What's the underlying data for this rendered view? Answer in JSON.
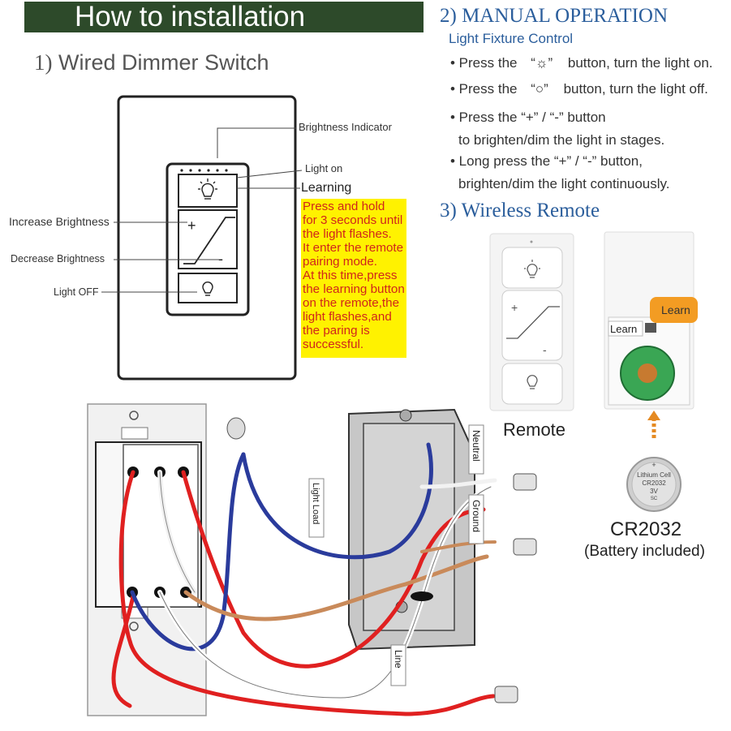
{
  "banner": {
    "title": "How to installation"
  },
  "section1": {
    "number": "1)",
    "title": "Wired Dimmer Switch"
  },
  "section2": {
    "title": "2) MANUAL OPERATION",
    "subtitle": "Light Fixture Control",
    "bullets": [
      {
        "pre": "• Press the",
        "sym": "“☼”",
        "post": "button, turn the light on."
      },
      {
        "pre": "• Press the",
        "sym": "“○”",
        "post": "button, turn the light off."
      },
      {
        "line1": "• Press the   “+”  /  “-”   button",
        "line2": "to brighten/dim the light in stages."
      },
      {
        "line1": "• Long press the   “+”  /  “-”   button,",
        "line2": "brighten/dim the light continuously."
      }
    ]
  },
  "section3": {
    "title": "3) Wireless Remote"
  },
  "switch_labels": {
    "brightness_indicator": "Brightness Indicator",
    "light_on": "Light on",
    "learning": "Learning",
    "increase": "Increase Brightness",
    "decrease": "Decrease Brightness",
    "light_off": "Light OFF",
    "plus": "+",
    "minus": "-"
  },
  "learning_note": [
    "Press and hold",
    "for 3 seconds until",
    "the light flashes.",
    "It enter the remote",
    "pairing mode.",
    "At this time,press",
    "the learning button",
    "on the remote,the",
    "light flashes,and",
    "the paring is",
    "successful."
  ],
  "remote": {
    "label": "Remote",
    "learn_tag": "Learn",
    "learn_inner": "Learn",
    "plus": "+",
    "minus": "-"
  },
  "battery": {
    "cell_line1": "Lithium Cell",
    "cell_line2": "CR2032",
    "cell_line3": "3V",
    "cell_line4": "SC",
    "name": "CR2032",
    "note": "(Battery included)"
  },
  "wiring_labels": {
    "light_load": "Light Load",
    "neutral": "Neutral",
    "ground": "Ground",
    "line": "Line"
  },
  "colors": {
    "banner": "#2d4a2a",
    "heading_blue": "#2b5e9c",
    "note_bg": "#fff200",
    "note_text": "#d0261b",
    "wire_red": "#e02020",
    "wire_blue": "#2a3b9c",
    "wire_copper": "#c98a5a",
    "learn_tag": "#f39c23"
  }
}
